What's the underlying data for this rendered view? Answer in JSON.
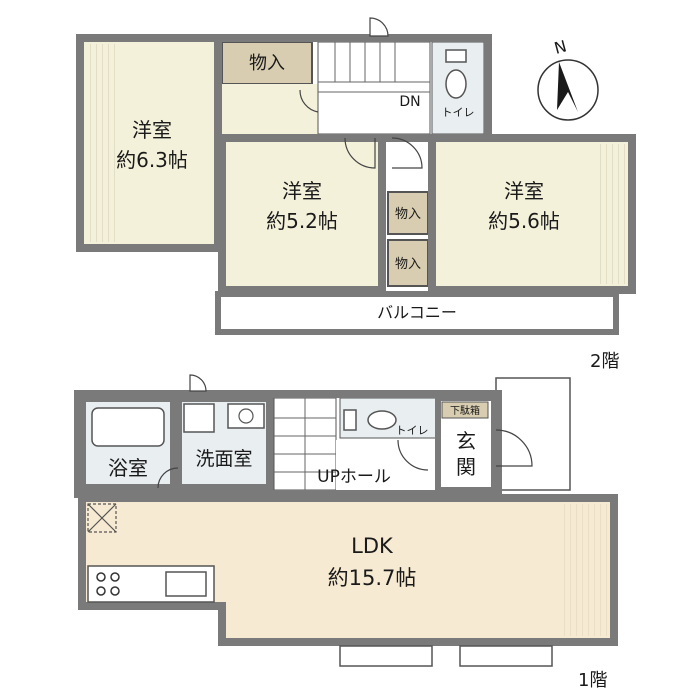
{
  "floors": {
    "second": {
      "floor_label": "2階",
      "rooms": {
        "west": {
          "name": "洋室",
          "size": "約6.3帖"
        },
        "center": {
          "name": "洋室",
          "size": "約5.2帖"
        },
        "east": {
          "name": "洋室",
          "size": "約5.6帖"
        }
      },
      "closets": {
        "top": "物入",
        "mid": "物入",
        "low": "物入"
      },
      "stair": "DN",
      "toilet": "トイレ",
      "balcony": "バルコニー"
    },
    "first": {
      "floor_label": "1階",
      "ldk": {
        "name": "LDK",
        "size": "約15.7帖"
      },
      "bath": "浴室",
      "washroom": "洗面室",
      "toilet": "トイレ",
      "shoe_box": "下駄箱",
      "entrance": "玄関",
      "hall": "UPホール"
    }
  },
  "compass": {
    "label": "N"
  },
  "colors": {
    "wall": "#7a7a7a",
    "wall_edge": "#3a3a3a",
    "room_floor": "#f4f1db",
    "ldk_floor": "#f7ead2",
    "closet": "#d8cdb0",
    "wet_area": "#e9eef1",
    "hatch": "#c9c6a8"
  }
}
